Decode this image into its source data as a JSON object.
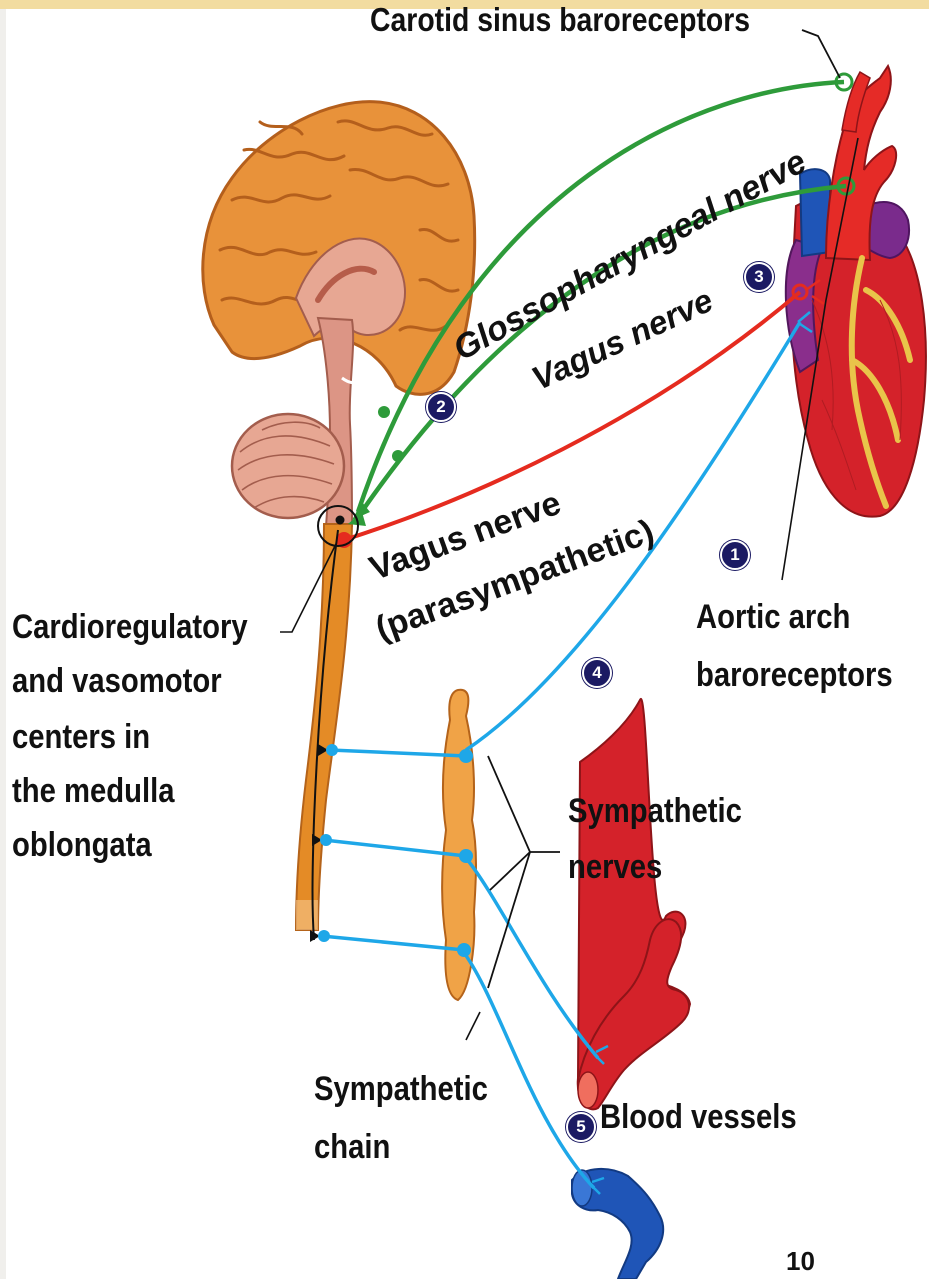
{
  "colors": {
    "top_bar": "#f2dca0",
    "glossopharyngeal_nerve": "#2e9b3a",
    "vagus_sensory": "#2e9b3a",
    "vagus_parasympathetic": "#e52b1f",
    "sympathetic": "#1ea7e8",
    "spinal_cord": "#e48b26",
    "brain": "#e8923a",
    "heart": "#d4222a",
    "artery": "#d4222a",
    "vein": "#1f55b7",
    "badge": "#1b1a63"
  },
  "labels": {
    "carotid": "Carotid sinus baroreceptors",
    "glosso": "Glossopharyngeal nerve",
    "vagus_sensory": "Vagus nerve",
    "vagus_para_line1": "Vagus nerve",
    "vagus_para_line2": "(parasympathetic)",
    "cardio": [
      "Cardioregulatory",
      "and vasomotor",
      "centers in",
      "the medulla",
      "oblongata"
    ],
    "aortic": [
      "Aortic arch",
      "baroreceptors"
    ],
    "sympathetic_nerves": [
      "Sympathetic",
      "nerves"
    ],
    "sympathetic_chain": [
      "Sympathetic",
      "chain"
    ],
    "blood_vessels": "Blood vessels"
  },
  "steps": [
    "1",
    "2",
    "3",
    "4",
    "5"
  ],
  "page_number": "10"
}
